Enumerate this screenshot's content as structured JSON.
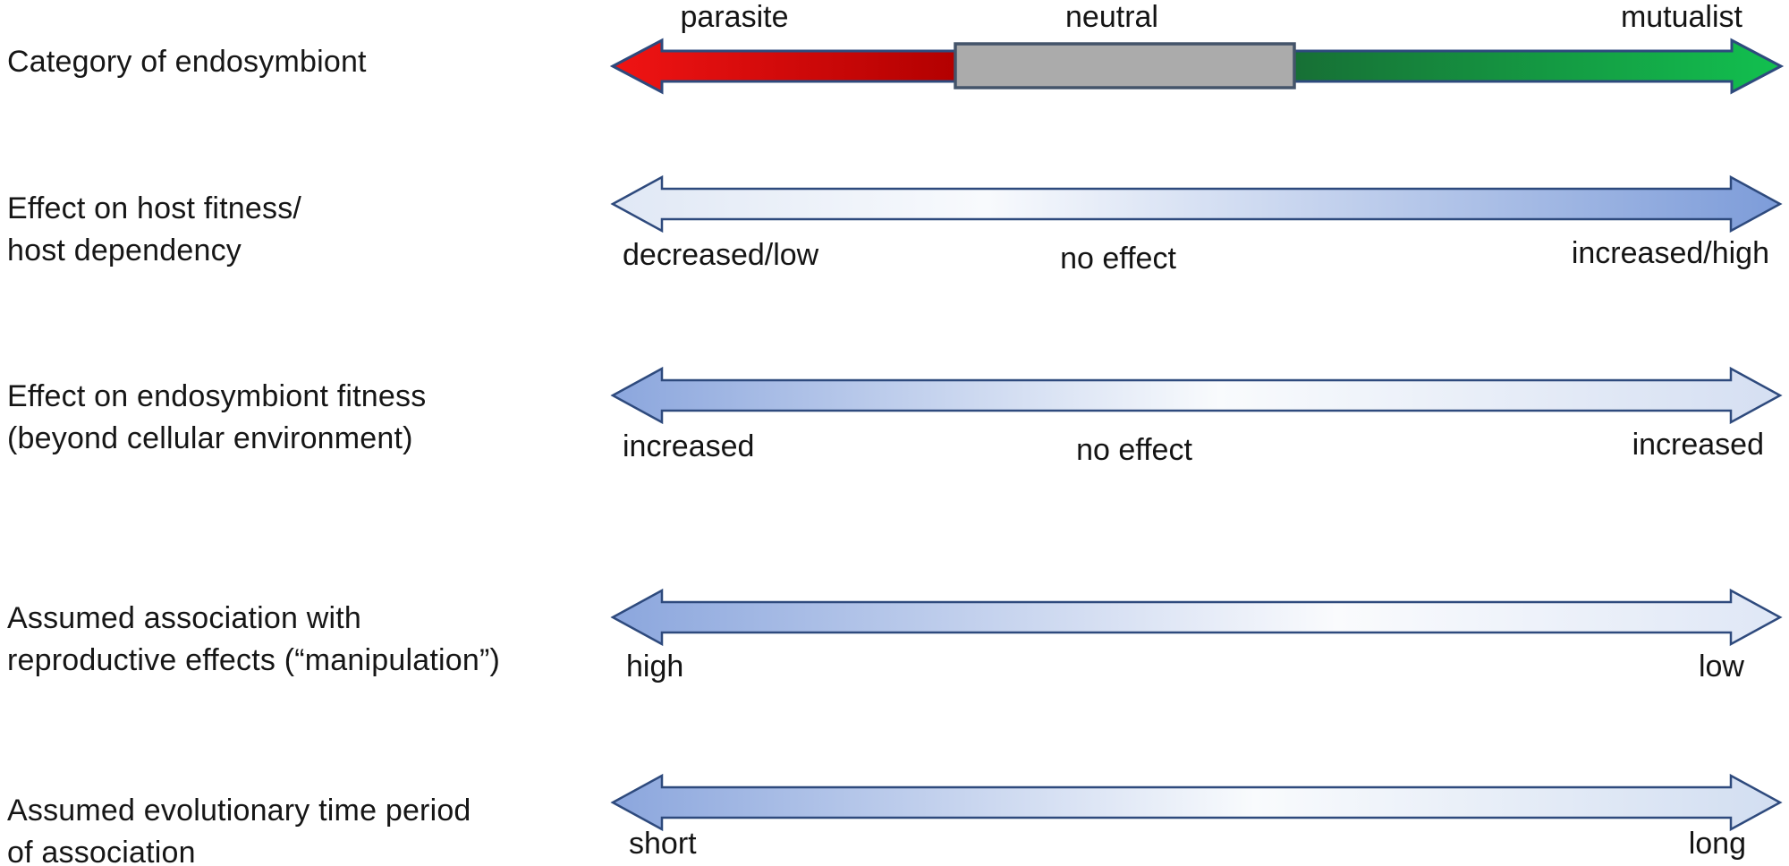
{
  "figure_title": "endosymbiont-continuum",
  "colors": {
    "parasite_red_bright": "#f01414",
    "parasite_red_dark": "#b20000",
    "neutral_gray": "#ababab",
    "mutualist_green_dark": "#176f35",
    "mutualist_green_bright": "#12c04f",
    "blue_strong": "#8ba6dd",
    "blue_pale": "#e0e8f5",
    "blue_white": "#fafbfd",
    "outline_navy": "#2e4a7d",
    "box_outline": "#44546a",
    "text": "#141414"
  },
  "rows": [
    {
      "label_lines": [
        "Category of endosymbiont",
        ""
      ],
      "scale_labels": {
        "left": "parasite",
        "center": "neutral",
        "right": "mutualist"
      }
    },
    {
      "label_lines": [
        "Effect on host fitness/",
        "host dependency"
      ],
      "scale_labels": {
        "left": "decreased/low",
        "center": "no effect",
        "right": "increased/high"
      }
    },
    {
      "label_lines": [
        "Effect on endosymbiont fitness",
        "(beyond cellular environment)"
      ],
      "scale_labels": {
        "left": "increased",
        "center": "no effect",
        "right": "increased"
      }
    },
    {
      "label_lines": [
        "Assumed association with",
        "reproductive effects (“manipulation”)"
      ],
      "scale_labels": {
        "left": "high",
        "center": "",
        "right": "low"
      }
    },
    {
      "label_lines": [
        "Assumed evolutionary time period",
        "of association"
      ],
      "scale_labels": {
        "left": "short",
        "center": "",
        "right": "long"
      }
    }
  ]
}
